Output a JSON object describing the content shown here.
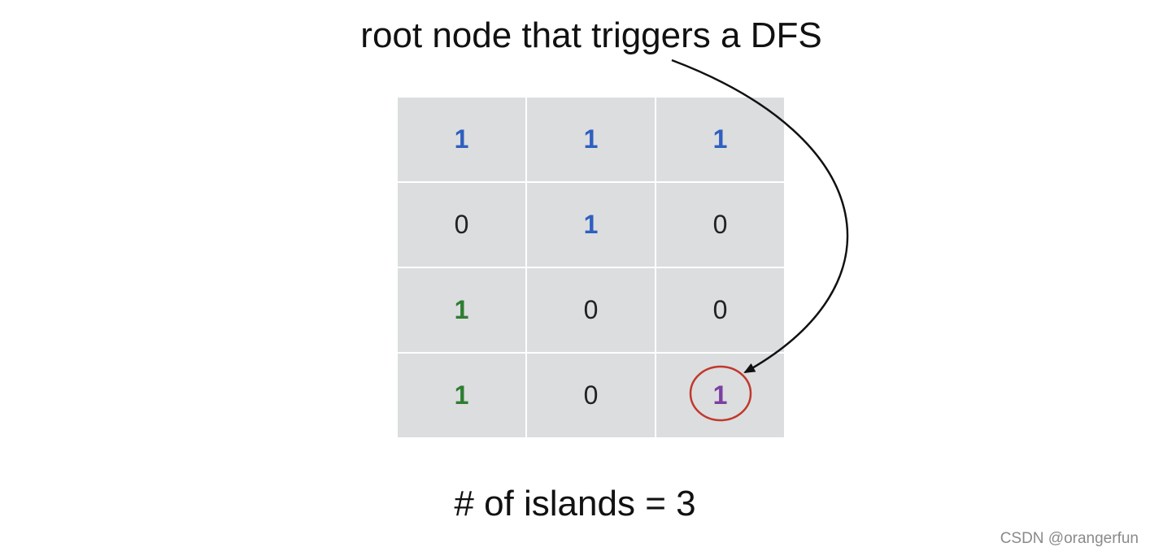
{
  "diagram": {
    "top_caption": "root node that triggers a DFS",
    "bottom_caption": "# of islands = 3",
    "grid": {
      "rows": [
        [
          {
            "value": "1",
            "color": "#2f5fc0",
            "land": true
          },
          {
            "value": "1",
            "color": "#2f5fc0",
            "land": true
          },
          {
            "value": "1",
            "color": "#2f5fc0",
            "land": true
          }
        ],
        [
          {
            "value": "0",
            "color": "#222222",
            "land": false
          },
          {
            "value": "1",
            "color": "#2f5fc0",
            "land": true
          },
          {
            "value": "0",
            "color": "#222222",
            "land": false
          }
        ],
        [
          {
            "value": "1",
            "color": "#2e7d32",
            "land": true
          },
          {
            "value": "0",
            "color": "#222222",
            "land": false
          },
          {
            "value": "0",
            "color": "#222222",
            "land": false
          }
        ],
        [
          {
            "value": "1",
            "color": "#2e7d32",
            "land": true
          },
          {
            "value": "0",
            "color": "#222222",
            "land": false
          },
          {
            "value": "1",
            "color": "#7b3fa0",
            "land": true
          }
        ]
      ],
      "highlighted_cell": {
        "row": 3,
        "col": 2
      },
      "highlight_color": "#c0392b"
    },
    "arrow_color": "#111111"
  },
  "watermark": "CSDN @orangerfun"
}
